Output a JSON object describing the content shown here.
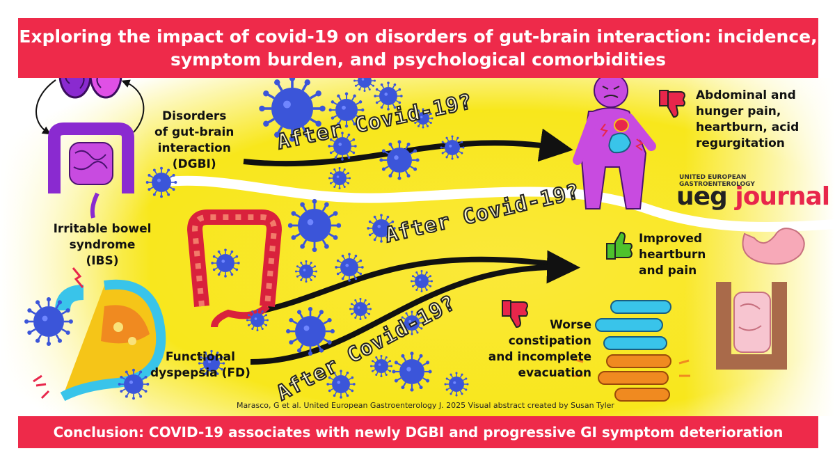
{
  "title": {
    "line1": "Exploring the impact of covid-19 on disorders of gut-brain interaction: incidence,",
    "line2": "symptom burden, and psychological comorbidities"
  },
  "labels": {
    "dgbi": [
      "Disorders",
      "of gut-brain",
      "interaction",
      "(DGBI)"
    ],
    "ibs": [
      "Irritable bowel",
      "syndrome",
      "(IBS)"
    ],
    "fd": [
      "Functional",
      "dyspepsia (FD)"
    ]
  },
  "arrow_text": {
    "top": "After Covid-19?",
    "middle": "After Covid-19?",
    "bottom": "After Covid-19?"
  },
  "outcomes": {
    "dgbi": [
      "Abdominal and",
      "hunger pain,",
      "heartburn, acid",
      "regurgitation"
    ],
    "improved": [
      "Improved",
      "heartburn",
      "and pain"
    ],
    "worse": [
      "Worse",
      "constipation",
      "and incomplete",
      "evacuation"
    ]
  },
  "logo": {
    "small_line1": "UNITED EUROPEAN",
    "small_line2": "GASTROENTEROLOGY",
    "ueg": "ueg",
    "journal": " journal"
  },
  "credit": "Marasco, G et al. United European Gastroenterology J. 2025 Visual abstract created by Susan Tyler",
  "conclusion": "Conclusion: COVID-19 associates with newly DGBI and progressive GI symptom deterioration",
  "colors": {
    "banner": "#ee2a4a",
    "background_yellow": "#f8e71c",
    "virus": "#3b55d9",
    "thumb_down": "#e8264b",
    "thumb_up": "#4ec22c",
    "logo_accent": "#e8264b"
  },
  "icons": [
    "brain-icon",
    "colon-icon",
    "stomach-icon",
    "virus-icon",
    "thumbs-down-icon",
    "thumbs-up-icon",
    "person-pain-icon",
    "intestine-icon"
  ]
}
